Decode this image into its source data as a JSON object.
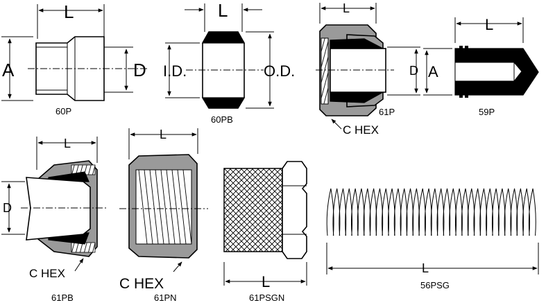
{
  "labels": {
    "L": "L",
    "A": "A",
    "D": "D",
    "ID": "I.D.",
    "OD": "O.D.",
    "CHEX": "C HEX"
  },
  "parts": {
    "p60P": "60P",
    "p60PB": "60PB",
    "p61P": "61P",
    "p59P": "59P",
    "p61PB": "61PB",
    "p61PN": "61PN",
    "p61PSGN": "61PSGN",
    "p56PSG": "56PSG"
  }
}
